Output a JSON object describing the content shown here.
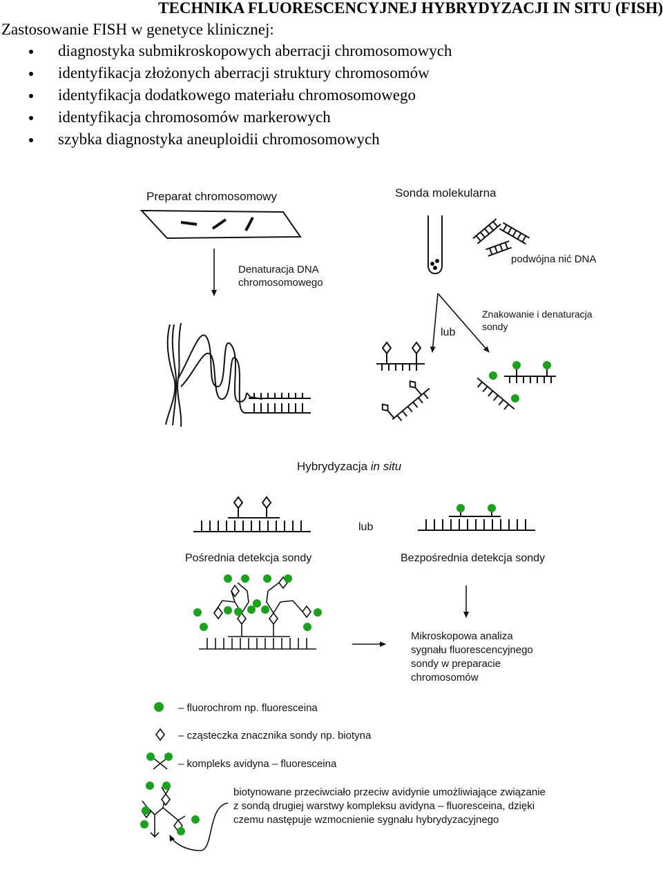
{
  "header": {
    "title": "TECHNIKA FLUORESCENCYJNEJ HYBRYDYZACJI IN SITU (FISH)",
    "subtitle": "Zastosowanie FISH  w genetyce  klinicznej:"
  },
  "bullets": [
    "diagnostyka submikroskopowych aberracji chromosomowych",
    "identyfikacja złożonych aberracji struktury chromosomów",
    "identyfikacja dodatkowego materiału chromosomowego",
    "identyfikacja chromosomów markerowych",
    "szybka diagnostyka aneuploidii chromosomowych"
  ],
  "diagram": {
    "chromosome_prep": "Preparat chromosomowy",
    "molecular_probe": "Sonda molekularna",
    "double_strand": "podwójna nić DNA",
    "denaturation_line1": "Denaturacja DNA",
    "denaturation_line2": "chromosomowego",
    "labeling_line1": "Znakowanie i denaturacja",
    "labeling_line2": "sondy",
    "or_label_top": "lub",
    "hybridization_prefix": "Hybrydyzacja ",
    "hybridization_italic": "in situ",
    "or_label_mid": "lub",
    "indirect_detection": "Pośrednia detekcja sondy",
    "direct_detection": "Bezpośrednia detekcja sondy",
    "microscopy_lines": [
      "Mikroskopowa analiza",
      "sygnału fluorescencyjnego",
      "sondy w preparacie",
      "chromosomów"
    ],
    "legend_fluorochrome": "– fluorochrom np. fluoresceina",
    "legend_biotin": "– cząsteczka znacznika sondy np. biotyna",
    "legend_avidin": "– kompleks avidyna – fluoresceina",
    "antibody_lines": [
      "biotynowane przeciwciało przeciw avidynie umożliwiające związanie",
      "z sondą drugiej warstwy kompleksu avidyna – fluoresceina, dzięki",
      "czemu następuje wzmocnienie sygnału hybrydyzacyjnego"
    ]
  },
  "colors": {
    "fluorochrome": "#1aa31a",
    "ink": "#111111"
  }
}
